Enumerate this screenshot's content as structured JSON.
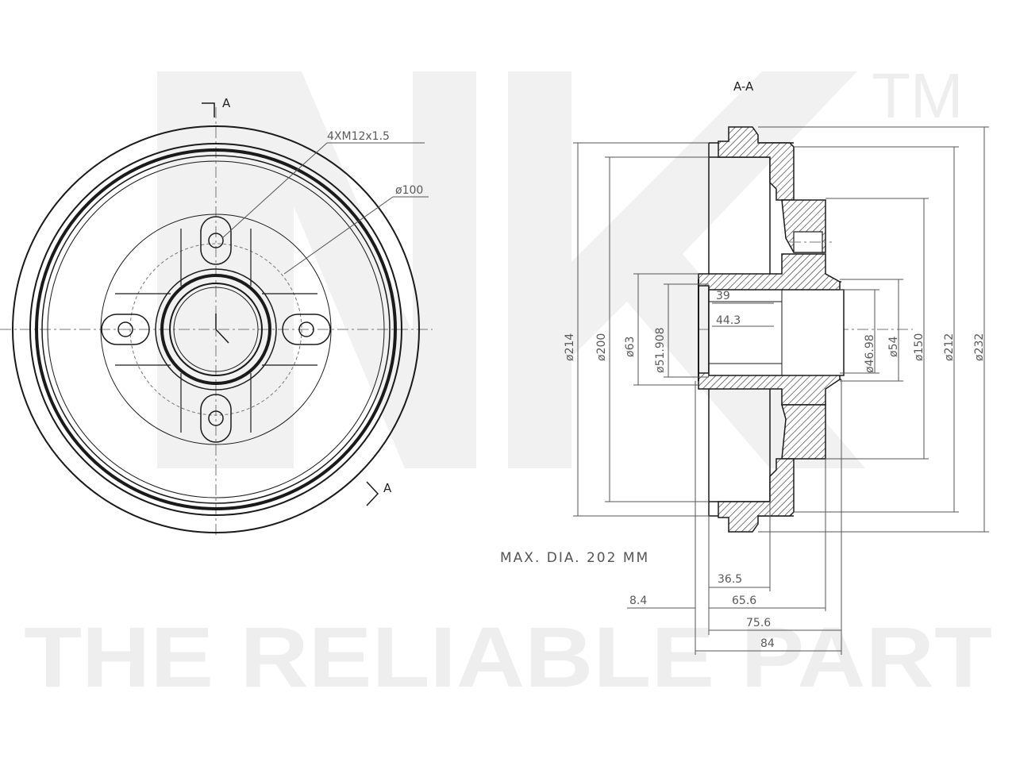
{
  "watermark": {
    "logo_text": "NK",
    "trademark": "TM",
    "tagline": "THE RELIABLE PART"
  },
  "front_view": {
    "section_marker_top": "A",
    "section_marker_bottom": "A",
    "thread_label": "4XM12x1.5",
    "pcd_label": "ø100"
  },
  "section_view": {
    "title": "A-A",
    "inner_labels": [
      "39",
      "44.3"
    ],
    "left_diameters": [
      "ø214",
      "ø200",
      "ø63",
      "ø51.908"
    ],
    "right_diameters": [
      "ø46.98",
      "ø54",
      "ø150",
      "ø212",
      "ø232"
    ],
    "bottom_dims": [
      "36.5",
      "8.4",
      "65.6",
      "75.6",
      "84"
    ]
  },
  "note": "MAX. DIA. 202 MM",
  "colors": {
    "line": "#1a1a1a",
    "hatch": "#333333",
    "dimension": "#555555",
    "watermark": "#eeeeee"
  }
}
